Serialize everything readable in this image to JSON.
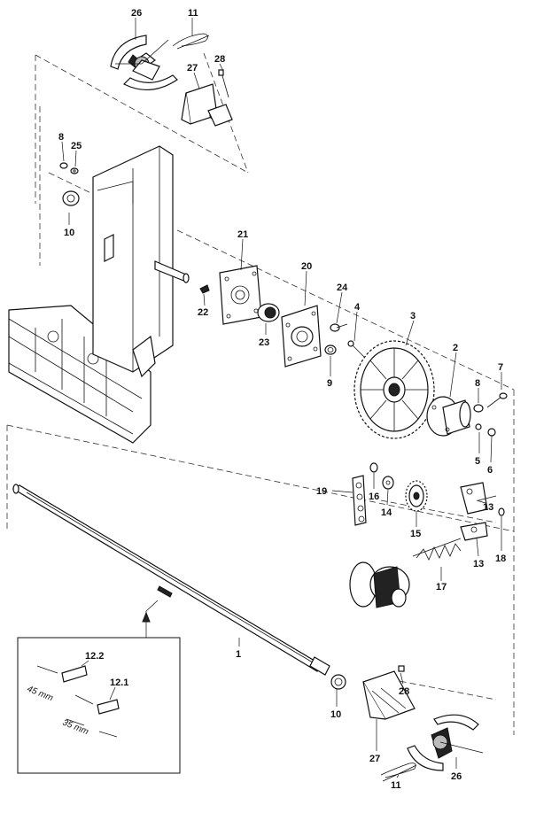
{
  "labels": {
    "p26_top": "26",
    "p11_top": "11",
    "p27_top": "27",
    "p28_top": "28",
    "p8_left": "8",
    "p25": "25",
    "p10_left": "10",
    "p21": "21",
    "p22": "22",
    "p23": "23",
    "p20": "20",
    "p24": "24",
    "p4": "4",
    "p9": "9",
    "p3": "3",
    "p2": "2",
    "p7": "7",
    "p8_right": "8",
    "p5": "5",
    "p6": "6",
    "p19": "19",
    "p16": "16",
    "p14": "14",
    "p15": "15",
    "p13_upper": "13",
    "p13_lower": "13",
    "p18": "18",
    "p17": "17",
    "p1": "1",
    "p10_bottom": "10",
    "p28_bottom": "28",
    "p27_bottom": "27",
    "p11_bottom": "11",
    "p26_bottom": "26",
    "p12_2": "12.2",
    "p12_1": "12.1"
  },
  "inset": {
    "dim_45": "45 mm",
    "dim_35": "35 mm"
  }
}
